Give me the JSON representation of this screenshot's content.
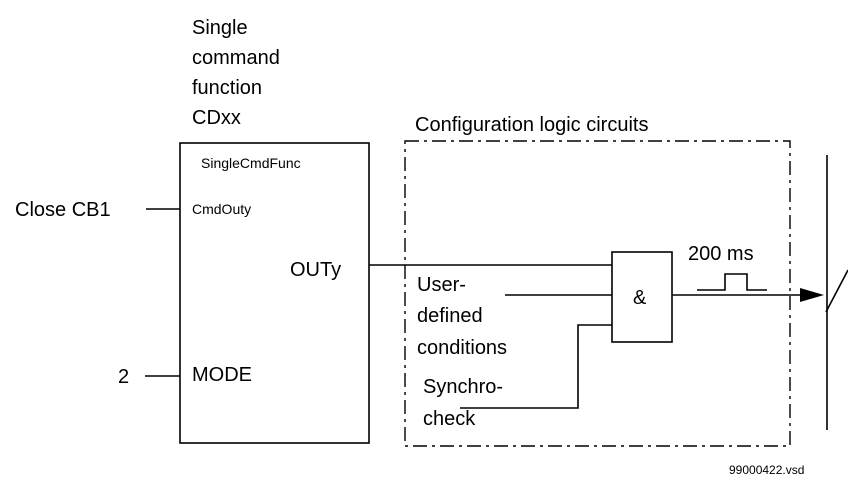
{
  "function_title": [
    "Single",
    "command",
    "function",
    "CDxx"
  ],
  "block": {
    "name": "SingleCmdFunc",
    "input_cmd": "CmdOuty",
    "output": "OUTy",
    "input_mode": "MODE"
  },
  "signals": {
    "close_cb": "Close CB1",
    "mode_value": "2"
  },
  "config_area": {
    "title": "Configuration logic circuits",
    "user_defined": [
      "User-",
      "defined",
      "conditions"
    ],
    "synchro": [
      "Synchro-",
      "check"
    ],
    "and_gate": "&",
    "pulse": "200 ms"
  },
  "file_ref": "99000422.vsd"
}
